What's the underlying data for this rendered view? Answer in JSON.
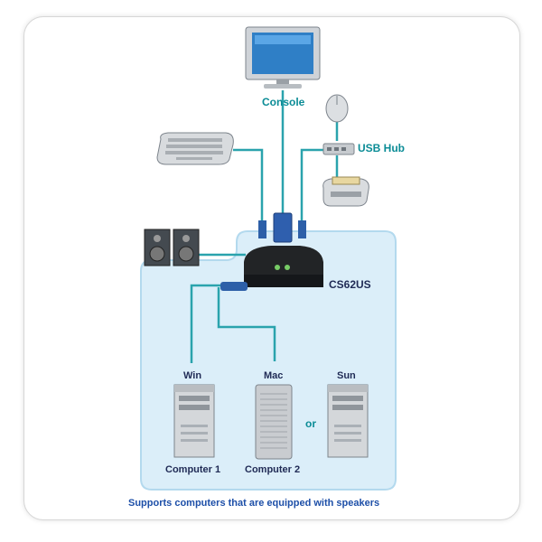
{
  "labels": {
    "console": "Console",
    "usb_hub": "USB Hub",
    "kvm_model": "CS62US",
    "win": "Win",
    "mac": "Mac",
    "sun": "Sun",
    "or": "or",
    "computer1": "Computer 1",
    "computer2": "Computer 2",
    "footer": "Supports computers that are equipped with speakers"
  },
  "colors": {
    "panel": "#dbeef9",
    "panel_border": "#b3d9ee",
    "cable": "#2aa3ad",
    "teal_text": "#0b8c96",
    "navy_text": "#1f2a55",
    "footer_text": "#1d4fa8"
  }
}
